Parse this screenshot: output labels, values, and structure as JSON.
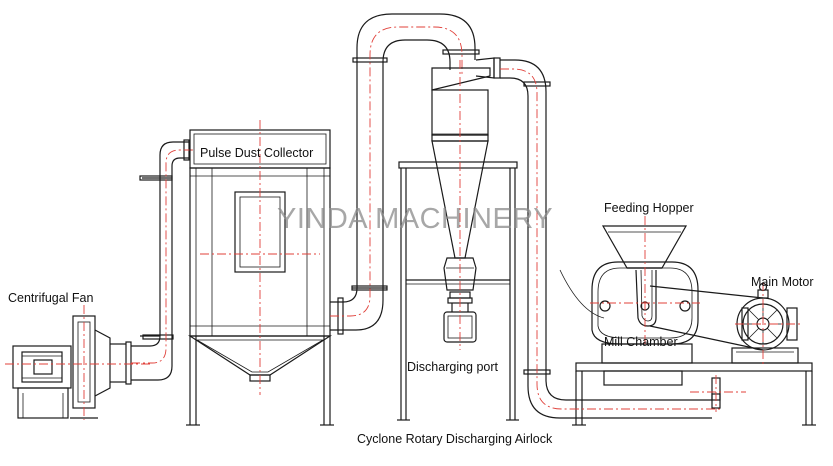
{
  "labels": {
    "pulse_dust_collector": "Pulse Dust Collector",
    "centrifugal_fan": "Centrifugal Fan",
    "feeding_hopper": "Feeding Hopper",
    "main_motor": "Main Motor",
    "mill_chamber": "Mill Chamber",
    "discharging_port": "Discharging port",
    "cyclone_airlock": "Cyclone Rotary Discharging Airlock"
  },
  "watermark": "YINDA MACHINERY",
  "colors": {
    "line": "#1a1a1a",
    "centerline": "#e0403a",
    "watermark": "#8a8a8a",
    "background": "#ffffff"
  }
}
